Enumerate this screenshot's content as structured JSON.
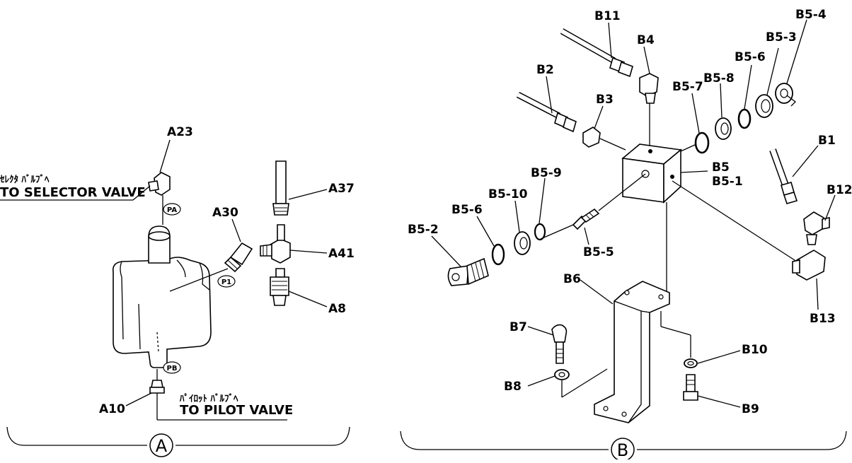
{
  "sectionA": {
    "marker": "A",
    "parts": {
      "a23": "A23",
      "a37": "A37",
      "a30": "A30",
      "a41": "A41",
      "a8": "A8",
      "a10": "A10"
    },
    "ports": {
      "pa": "PA",
      "p1": "P1",
      "pb": "PB"
    },
    "selector_jp": "ｾﾚｸﾀ ﾊﾞﾙﾌﾞﾍ",
    "selector_en": "TO SELECTOR VALVE",
    "pilot_jp": "ﾊﾟｲﾛｯﾄ ﾊﾞﾙﾌﾞﾍ",
    "pilot_en": "TO PILOT VALVE"
  },
  "sectionB": {
    "marker": "B",
    "parts": {
      "b11": "B11",
      "b4": "B4",
      "b2": "B2",
      "b3": "B3",
      "b5_8": "B5-8",
      "b5_6a": "B5-6",
      "b5_3": "B5-3",
      "b5_4": "B5-4",
      "b5_7": "B5-7",
      "b1": "B1",
      "b12": "B12",
      "b5_9": "B5-9",
      "b5_10": "B5-10",
      "b5_6b": "B5-6",
      "b5_2": "B5-2",
      "b5": "B5",
      "b5_1": "B5-1",
      "b5_5": "B5-5",
      "b6": "B6",
      "b13": "B13",
      "b7": "B7",
      "b10": "B10",
      "b8": "B8",
      "b9": "B9"
    }
  }
}
